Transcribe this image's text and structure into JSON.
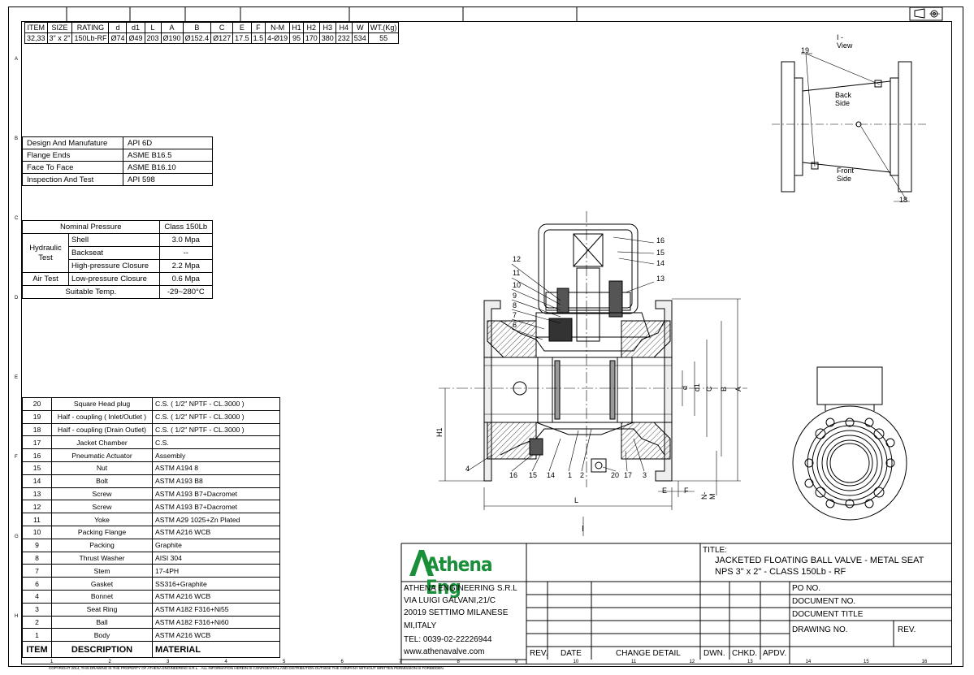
{
  "dimensions": {
    "headers": [
      "ITEM",
      "SIZE",
      "RATING",
      "d",
      "d1",
      "L",
      "A",
      "B",
      "C",
      "E",
      "F",
      "N-M",
      "H1",
      "H2",
      "H3",
      "H4",
      "W",
      "WT.(Kg)"
    ],
    "row": [
      "32,33",
      "3\" x 2\"",
      "150Lb-RF",
      "Ø74",
      "Ø49",
      "203",
      "Ø190",
      "Ø152.4",
      "Ø127",
      "17.5",
      "1.5",
      "4-Ø19",
      "95",
      "170",
      "380",
      "232",
      "534",
      "55"
    ]
  },
  "standards": [
    {
      "label": "Design And Manufature",
      "value": "API 6D"
    },
    {
      "label": "Flange Ends",
      "value": "ASME B16.5"
    },
    {
      "label": "Face To Face",
      "value": "ASME B16.10"
    },
    {
      "label": "Inspection And Test",
      "value": "API 598"
    }
  ],
  "pressure": {
    "nominal_label": "Nominal Pressure",
    "nominal_value": "Class 150Lb",
    "hydraulic_label": "Hydraulic Test",
    "shell_label": "Shell",
    "shell_value": "3.0 Mpa",
    "backseat_label": "Backseat",
    "backseat_value": "--",
    "hp_label": "High-pressure Closure",
    "hp_value": "2.2 Mpa",
    "air_label": "Air Test",
    "lp_label": "Low-pressure Closure",
    "lp_value": "0.6 Mpa",
    "temp_label": "Suitable Temp.",
    "temp_value": "-29~280°C"
  },
  "bom": {
    "header": {
      "item": "ITEM",
      "desc": "DESCRIPTION",
      "mat": "MATERIAL"
    },
    "rows": [
      [
        "20",
        "Square Head plug",
        "C.S. ( 1/2\" NPTF - CL.3000 )"
      ],
      [
        "19",
        "Half - coupling ( Inlet/Outlet )",
        "C.S. ( 1/2\" NPTF - CL.3000 )"
      ],
      [
        "18",
        "Half - coupling (Drain Outlet)",
        "C.S. ( 1/2\" NPTF - CL.3000 )"
      ],
      [
        "17",
        "Jacket Chamber",
        "C.S."
      ],
      [
        "16",
        "Pneumatic Actuator",
        "Assembly"
      ],
      [
        "15",
        "Nut",
        "ASTM A194 8"
      ],
      [
        "14",
        "Bolt",
        "ASTM A193 B8"
      ],
      [
        "13",
        "Screw",
        "ASTM A193 B7+Dacromet"
      ],
      [
        "12",
        "Screw",
        "ASTM A193 B7+Dacromet"
      ],
      [
        "11",
        "Yoke",
        "ASTM A29 1025+Zn Plated"
      ],
      [
        "10",
        "Packing Flange",
        "ASTM A216 WCB"
      ],
      [
        "9",
        "Packing",
        "Graphite"
      ],
      [
        "8",
        "Thrust Washer",
        "AISI 304"
      ],
      [
        "7",
        "Stem",
        "17-4PH"
      ],
      [
        "6",
        "Gasket",
        "SS316+Graphite"
      ],
      [
        "4",
        "Bonnet",
        "ASTM A216 WCB"
      ],
      [
        "3",
        "Seat Ring",
        "ASTM A182 F316+Ni55"
      ],
      [
        "2",
        "Ball",
        "ASTM A182 F316+Ni60"
      ],
      [
        "1",
        "Body",
        "ASTM A216 WCB"
      ]
    ]
  },
  "title_block": {
    "title_label": "TITLE:",
    "title_line1": "JACKETED FLOATING BALL VALVE - METAL SEAT",
    "title_line2": "NPS 3\" x 2\" - CLASS 150Lb - RF",
    "logo": "Athena Eng",
    "company": "ATHENA ENGINEERING S.R.L",
    "addr1": "VIA LUIGI GALVANI,21/C",
    "addr2": "20019 SETTIMO MILANESE",
    "addr3": "MI,ITALY",
    "tel": "TEL: 0039-02-22226944",
    "web": "www.athenavalve.com",
    "po": "PO NO.",
    "docno": "DOCUMENT NO.",
    "doctitle": "DOCUMENT TITLE",
    "drawno": "DRAWING NO.",
    "rev": "REV.",
    "cols": {
      "rev": "REV.",
      "date": "DATE",
      "change": "CHANGE DETAIL",
      "dwn": "DWN.",
      "chkd": "CHKD.",
      "apdv": "APDV."
    }
  },
  "views": {
    "iview": "I - View",
    "back_side": "Back Side",
    "front_side": "Front Side",
    "section_mark": "I"
  },
  "dim_labels": {
    "L": "L",
    "E": "E",
    "F": "F",
    "NM": "N-M",
    "H1": "H1",
    "d": "d",
    "d1": "d1",
    "C": "C",
    "B": "B",
    "A": "A"
  },
  "balloons_left": [
    "12",
    "11",
    "10",
    "9",
    "8",
    "7",
    "6"
  ],
  "balloons_right": [
    "16",
    "15",
    "14",
    "13"
  ],
  "balloons_bottom": [
    "4",
    "16",
    "15",
    "14",
    "1",
    "2",
    "20",
    "17",
    "3"
  ],
  "balloons_iview": [
    "19",
    "18"
  ],
  "margin_letters": [
    "A",
    "B",
    "C",
    "D",
    "E",
    "F",
    "G",
    "H"
  ],
  "margin_numbers": [
    "1",
    "2",
    "3",
    "4",
    "5",
    "6",
    "7",
    "8",
    "9",
    "10",
    "11",
    "12",
    "13",
    "14",
    "15",
    "16"
  ],
  "copyright": "COPYRIGHT 2014, THIS DRAWING IS THE PROPERTY OF ATHENA ENGINEERING S.R.L. . ALL INFORMATION HEREIN IS CONFIDENTIAL AND DISTRIBUTION OUTSIDE THE COMPANY WITHOUT WRITTEN PERMISSION IS FORBIDDEN.",
  "colors": {
    "logo_green": "#1a8f3a",
    "line": "#000000"
  }
}
